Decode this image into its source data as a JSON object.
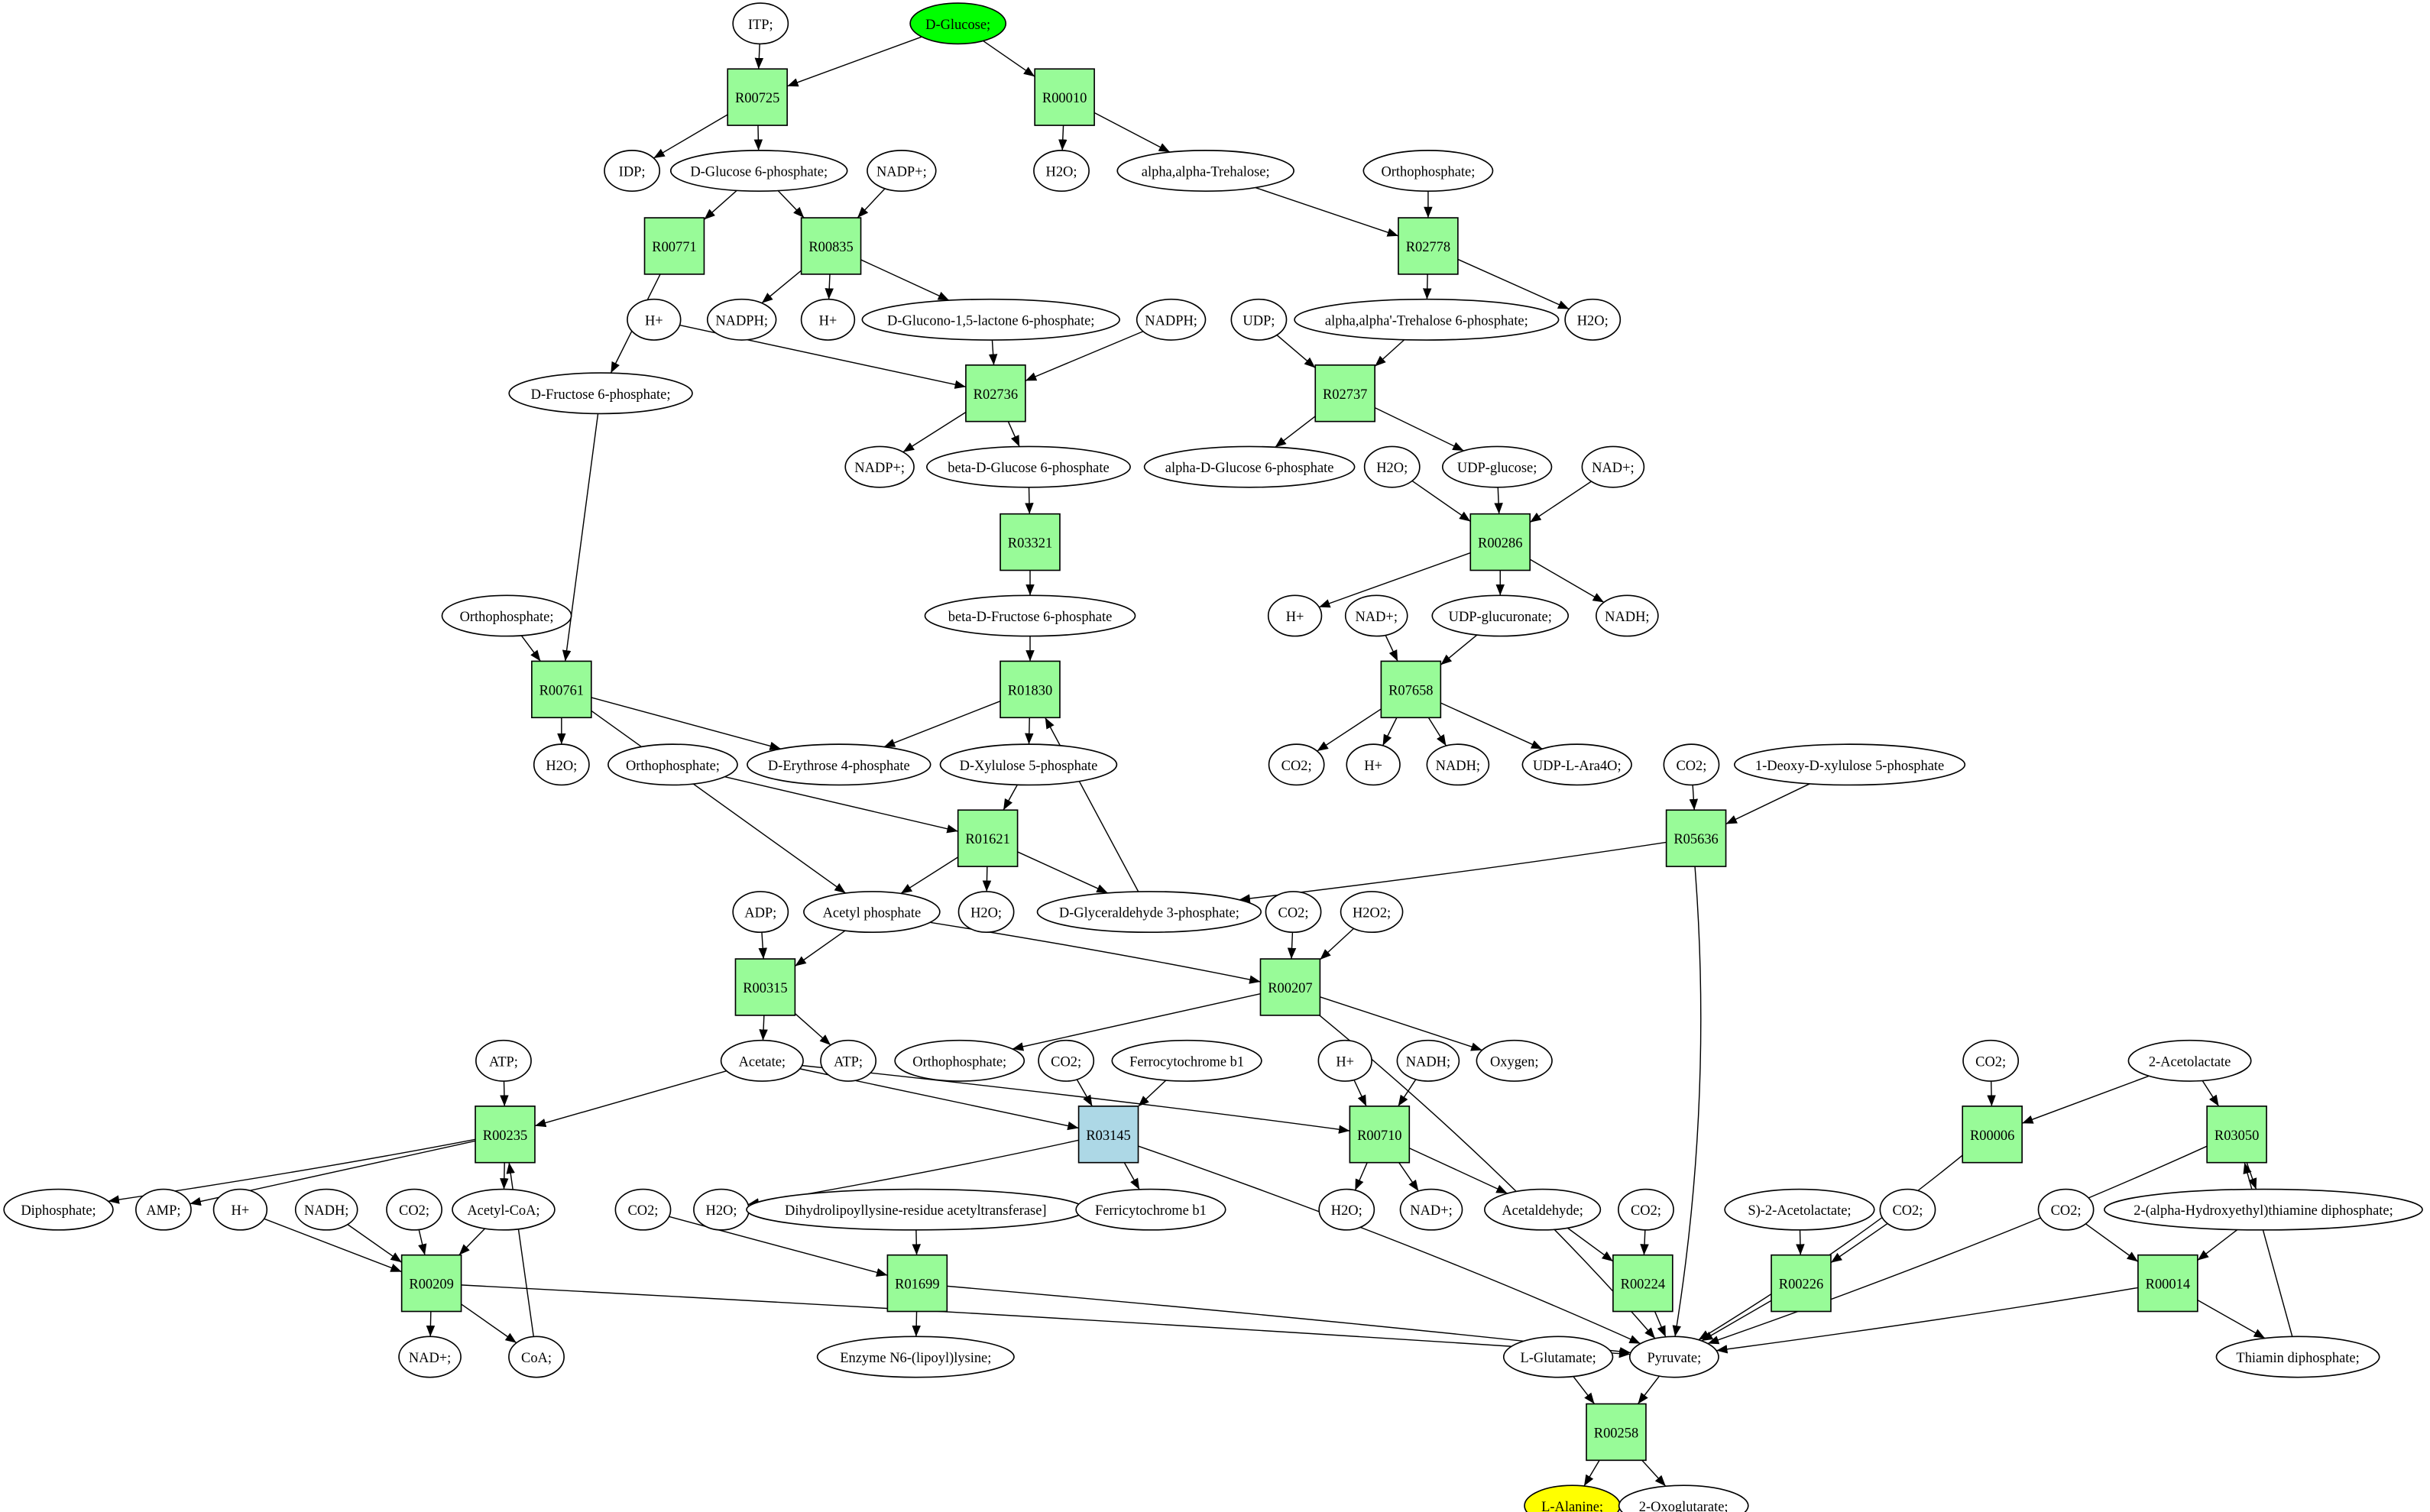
{
  "colors": {
    "reaction": "#98fb98",
    "highlight_reaction": "#add8e6",
    "compound": "#ffffff",
    "source": "#00ff00",
    "target": "#ffff00"
  },
  "nodes": [
    {
      "label": "ITP;",
      "type": "compound"
    },
    {
      "label": "D-Glucose;",
      "type": "source"
    },
    {
      "label": "R00725",
      "type": "reaction"
    },
    {
      "label": "R00010",
      "type": "reaction"
    },
    {
      "label": "IDP;",
      "type": "compound"
    },
    {
      "label": "D-Glucose 6-phosphate;",
      "type": "compound"
    },
    {
      "label": "NADP+;",
      "type": "compound"
    },
    {
      "label": "H2O;",
      "type": "compound"
    },
    {
      "label": "alpha,alpha-Trehalose;",
      "type": "compound"
    },
    {
      "label": "Orthophosphate;",
      "type": "compound"
    },
    {
      "label": "R00771",
      "type": "reaction"
    },
    {
      "label": "R00835",
      "type": "reaction"
    },
    {
      "label": "R02778",
      "type": "reaction"
    },
    {
      "label": "H+",
      "type": "compound"
    },
    {
      "label": "NADPH;",
      "type": "compound"
    },
    {
      "label": "H+",
      "type": "compound"
    },
    {
      "label": "D-Glucono-1,5-lactone 6-phosphate;",
      "type": "compound"
    },
    {
      "label": "NADPH;",
      "type": "compound"
    },
    {
      "label": "UDP;",
      "type": "compound"
    },
    {
      "label": "alpha,alpha'-Trehalose 6-phosphate;",
      "type": "compound"
    },
    {
      "label": "H2O;",
      "type": "compound"
    },
    {
      "label": "D-Fructose 6-phosphate;",
      "type": "compound"
    },
    {
      "label": "R02736",
      "type": "reaction"
    },
    {
      "label": "R02737",
      "type": "reaction"
    },
    {
      "label": "NADP+;",
      "type": "compound"
    },
    {
      "label": "beta-D-Glucose 6-phosphate",
      "type": "compound"
    },
    {
      "label": "alpha-D-Glucose 6-phosphate",
      "type": "compound"
    },
    {
      "label": "H2O;",
      "type": "compound"
    },
    {
      "label": "UDP-glucose;",
      "type": "compound"
    },
    {
      "label": "NAD+;",
      "type": "compound"
    },
    {
      "label": "R03321",
      "type": "reaction"
    },
    {
      "label": "R00286",
      "type": "reaction"
    },
    {
      "label": "Orthophosphate;",
      "type": "compound"
    },
    {
      "label": "beta-D-Fructose 6-phosphate",
      "type": "compound"
    },
    {
      "label": "H+",
      "type": "compound"
    },
    {
      "label": "NAD+;",
      "type": "compound"
    },
    {
      "label": "UDP-glucuronate;",
      "type": "compound"
    },
    {
      "label": "NADH;",
      "type": "compound"
    },
    {
      "label": "R00761",
      "type": "reaction"
    },
    {
      "label": "R01830",
      "type": "reaction"
    },
    {
      "label": "R07658",
      "type": "reaction"
    },
    {
      "label": "H2O;",
      "type": "compound"
    },
    {
      "label": "Orthophosphate;",
      "type": "compound"
    },
    {
      "label": "D-Erythrose 4-phosphate",
      "type": "compound"
    },
    {
      "label": "D-Xylulose 5-phosphate",
      "type": "compound"
    },
    {
      "label": "CO2;",
      "type": "compound"
    },
    {
      "label": "H+",
      "type": "compound"
    },
    {
      "label": "NADH;",
      "type": "compound"
    },
    {
      "label": "UDP-L-Ara4O;",
      "type": "compound"
    },
    {
      "label": "CO2;",
      "type": "compound"
    },
    {
      "label": "1-Deoxy-D-xylulose 5-phosphate",
      "type": "compound"
    },
    {
      "label": "R01621",
      "type": "reaction"
    },
    {
      "label": "R05636",
      "type": "reaction"
    },
    {
      "label": "ADP;",
      "type": "compound"
    },
    {
      "label": "Acetyl phosphate",
      "type": "compound"
    },
    {
      "label": "H2O;",
      "type": "compound"
    },
    {
      "label": "D-Glyceraldehyde 3-phosphate;",
      "type": "compound"
    },
    {
      "label": "CO2;",
      "type": "compound"
    },
    {
      "label": "H2O2;",
      "type": "compound"
    },
    {
      "label": "R00315",
      "type": "reaction"
    },
    {
      "label": "R00207",
      "type": "reaction"
    },
    {
      "label": "ATP;",
      "type": "compound"
    },
    {
      "label": "Acetate;",
      "type": "compound"
    },
    {
      "label": "ATP;",
      "type": "compound"
    },
    {
      "label": "Orthophosphate;",
      "type": "compound"
    },
    {
      "label": "CO2;",
      "type": "compound"
    },
    {
      "label": "Ferrocytochrome b1",
      "type": "compound"
    },
    {
      "label": "H+",
      "type": "compound"
    },
    {
      "label": "NADH;",
      "type": "compound"
    },
    {
      "label": "Oxygen;",
      "type": "compound"
    },
    {
      "label": "CO2;",
      "type": "compound"
    },
    {
      "label": "2-Acetolactate",
      "type": "compound"
    },
    {
      "label": "R00235",
      "type": "reaction"
    },
    {
      "label": "R03145",
      "type": "highlight_reaction"
    },
    {
      "label": "R00710",
      "type": "reaction"
    },
    {
      "label": "R00006",
      "type": "reaction"
    },
    {
      "label": "R03050",
      "type": "reaction"
    },
    {
      "label": "Diphosphate;",
      "type": "compound"
    },
    {
      "label": "AMP;",
      "type": "compound"
    },
    {
      "label": "H+",
      "type": "compound"
    },
    {
      "label": "NADH;",
      "type": "compound"
    },
    {
      "label": "CO2;",
      "type": "compound"
    },
    {
      "label": "Acetyl-CoA;",
      "type": "compound"
    },
    {
      "label": "CO2;",
      "type": "compound"
    },
    {
      "label": "H2O;",
      "type": "compound"
    },
    {
      "label": "Dihydrolipoyllysine-residue acetyltransferase]",
      "type": "compound"
    },
    {
      "label": "Ferricytochrome b1",
      "type": "compound"
    },
    {
      "label": "H2O;",
      "type": "compound"
    },
    {
      "label": "NAD+;",
      "type": "compound"
    },
    {
      "label": "Acetaldehyde;",
      "type": "compound"
    },
    {
      "label": "CO2;",
      "type": "compound"
    },
    {
      "label": "S)-2-Acetolactate;",
      "type": "compound"
    },
    {
      "label": "CO2;",
      "type": "compound"
    },
    {
      "label": "CO2;",
      "type": "compound"
    },
    {
      "label": "2-(alpha-Hydroxyethyl)thiamine diphosphate;",
      "type": "compound"
    },
    {
      "label": "R00209",
      "type": "reaction"
    },
    {
      "label": "R01699",
      "type": "reaction"
    },
    {
      "label": "R00224",
      "type": "reaction"
    },
    {
      "label": "R00226",
      "type": "reaction"
    },
    {
      "label": "R00014",
      "type": "reaction"
    },
    {
      "label": "NAD+;",
      "type": "compound"
    },
    {
      "label": "CoA;",
      "type": "compound"
    },
    {
      "label": "Enzyme N6-(lipoyl)lysine;",
      "type": "compound"
    },
    {
      "label": "L-Glutamate;",
      "type": "compound"
    },
    {
      "label": "Pyruvate;",
      "type": "compound"
    },
    {
      "label": "Thiamin diphosphate;",
      "type": "compound"
    },
    {
      "label": "R00258",
      "type": "reaction"
    },
    {
      "label": "L-Alanine;",
      "type": "target"
    },
    {
      "label": "2-Oxoglutarate;",
      "type": "compound"
    }
  ],
  "edges": [
    [
      0,
      2
    ],
    [
      1,
      2
    ],
    [
      1,
      3
    ],
    [
      2,
      4
    ],
    [
      2,
      5
    ],
    [
      3,
      7
    ],
    [
      3,
      8
    ],
    [
      5,
      10
    ],
    [
      5,
      11
    ],
    [
      6,
      11
    ],
    [
      8,
      12
    ],
    [
      9,
      12
    ],
    [
      11,
      14
    ],
    [
      11,
      15
    ],
    [
      11,
      16
    ],
    [
      12,
      19
    ],
    [
      12,
      20
    ],
    [
      10,
      21
    ],
    [
      13,
      22
    ],
    [
      16,
      22
    ],
    [
      17,
      22
    ],
    [
      18,
      23
    ],
    [
      19,
      23
    ],
    [
      22,
      24
    ],
    [
      22,
      25
    ],
    [
      23,
      26
    ],
    [
      23,
      28
    ],
    [
      25,
      30
    ],
    [
      27,
      31
    ],
    [
      28,
      31
    ],
    [
      29,
      31
    ],
    [
      30,
      33
    ],
    [
      31,
      34
    ],
    [
      31,
      36
    ],
    [
      31,
      37
    ],
    [
      21,
      38
    ],
    [
      32,
      38
    ],
    [
      33,
      39
    ],
    [
      35,
      40
    ],
    [
      36,
      40
    ],
    [
      38,
      41
    ],
    [
      38,
      43
    ],
    [
      39,
      43
    ],
    [
      39,
      44
    ],
    [
      40,
      45
    ],
    [
      40,
      46
    ],
    [
      40,
      47
    ],
    [
      40,
      48
    ],
    [
      42,
      51
    ],
    [
      44,
      51
    ],
    [
      49,
      52
    ],
    [
      50,
      52
    ],
    [
      38,
      54
    ],
    [
      51,
      54
    ],
    [
      51,
      55
    ],
    [
      51,
      56
    ],
    [
      52,
      56
    ],
    [
      56,
      39
    ],
    [
      53,
      59
    ],
    [
      54,
      59
    ],
    [
      54,
      60
    ],
    [
      57,
      60
    ],
    [
      58,
      60
    ],
    [
      59,
      62
    ],
    [
      59,
      63
    ],
    [
      60,
      64
    ],
    [
      60,
      69
    ],
    [
      52,
      104
    ],
    [
      60,
      104
    ],
    [
      61,
      72
    ],
    [
      62,
      72
    ],
    [
      62,
      73
    ],
    [
      62,
      74
    ],
    [
      65,
      73
    ],
    [
      66,
      73
    ],
    [
      67,
      74
    ],
    [
      68,
      74
    ],
    [
      70,
      75
    ],
    [
      71,
      75
    ],
    [
      71,
      76
    ],
    [
      72,
      77
    ],
    [
      72,
      78
    ],
    [
      72,
      82
    ],
    [
      73,
      84
    ],
    [
      73,
      86
    ],
    [
      73,
      104
    ],
    [
      74,
      87
    ],
    [
      74,
      88
    ],
    [
      74,
      89
    ],
    [
      75,
      104
    ],
    [
      76,
      104
    ],
    [
      76,
      94
    ],
    [
      79,
      95
    ],
    [
      80,
      95
    ],
    [
      81,
      95
    ],
    [
      82,
      95
    ],
    [
      83,
      96
    ],
    [
      85,
      96
    ],
    [
      89,
      97
    ],
    [
      90,
      97
    ],
    [
      91,
      98
    ],
    [
      92,
      98
    ],
    [
      93,
      99
    ],
    [
      94,
      99
    ],
    [
      95,
      100
    ],
    [
      95,
      101
    ],
    [
      95,
      104
    ],
    [
      101,
      72
    ],
    [
      96,
      102
    ],
    [
      96,
      104
    ],
    [
      97,
      104
    ],
    [
      98,
      104
    ],
    [
      99,
      104
    ],
    [
      99,
      105
    ],
    [
      105,
      76
    ],
    [
      103,
      106
    ],
    [
      104,
      106
    ],
    [
      106,
      107
    ],
    [
      106,
      108
    ]
  ]
}
